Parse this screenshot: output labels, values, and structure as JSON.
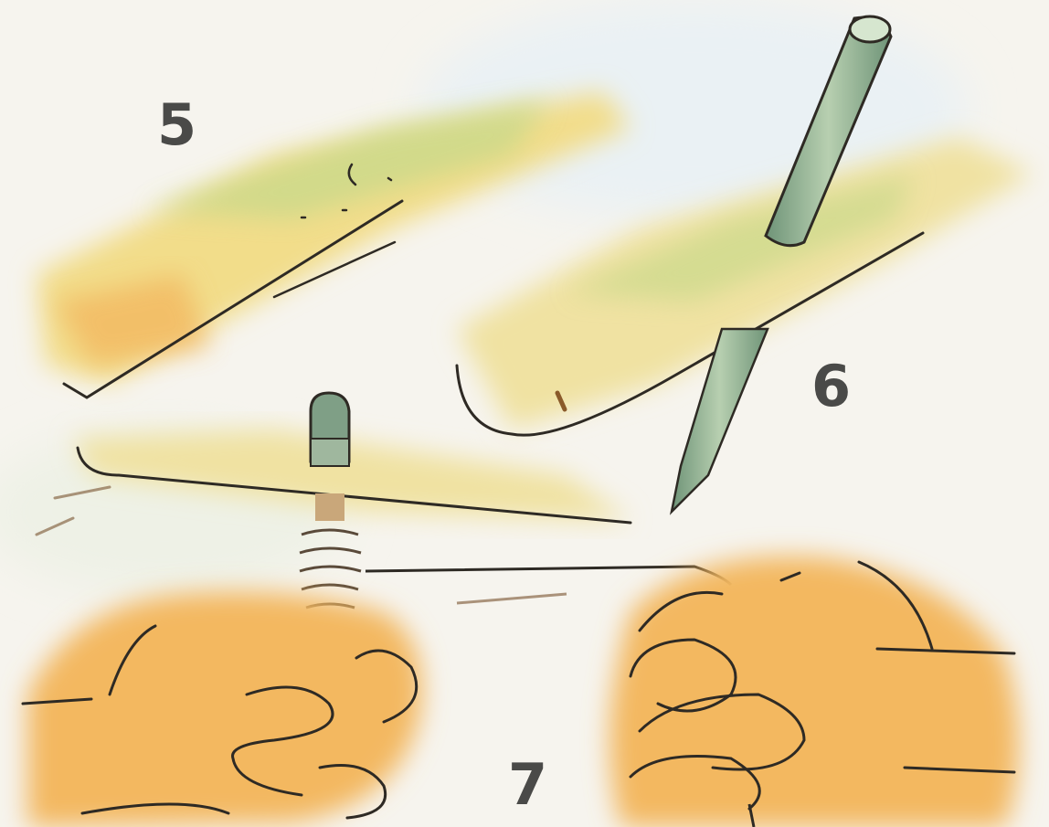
{
  "illustration": {
    "steps": [
      {
        "number": "5"
      },
      {
        "number": "6"
      },
      {
        "number": "7"
      }
    ],
    "colors": {
      "background": "#f6f4ee",
      "paper_yellow": "#f2dd8a",
      "paper_green": "#c9d98a",
      "hand_orange": "#f3b860",
      "hand_light": "#f8d490",
      "tool_green": "#8fae8a",
      "ink": "#2e2a24",
      "label": "#4a4a48"
    }
  }
}
